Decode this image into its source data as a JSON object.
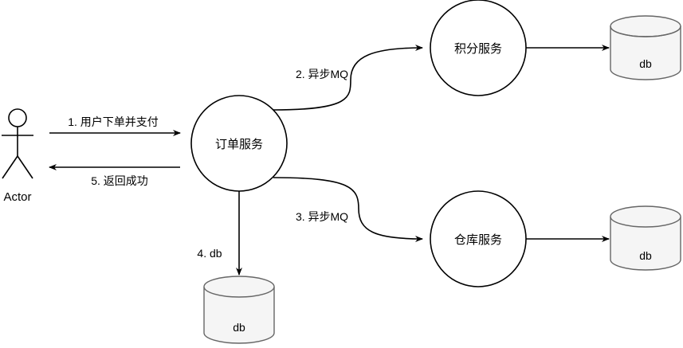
{
  "actor": {
    "label": "Actor"
  },
  "services": {
    "order": {
      "label": "订单服务"
    },
    "points": {
      "label": "积分服务"
    },
    "warehouse": {
      "label": "仓库服务"
    }
  },
  "databases": {
    "points_db": {
      "label": "db"
    },
    "warehouse_db": {
      "label": "db"
    },
    "order_db": {
      "label": "db"
    }
  },
  "edges": {
    "request": {
      "label": "1. 用户下单并支付"
    },
    "mq_points": {
      "label": "2. 异步MQ"
    },
    "mq_warehouse": {
      "label": "3. 异步MQ"
    },
    "order_db": {
      "label": "4. db"
    },
    "response": {
      "label": "5. 返回成功"
    }
  },
  "colors": {
    "stroke": "#000000",
    "db_fill": "#f5f5f5",
    "db_stroke": "#666666",
    "background": "#ffffff"
  }
}
